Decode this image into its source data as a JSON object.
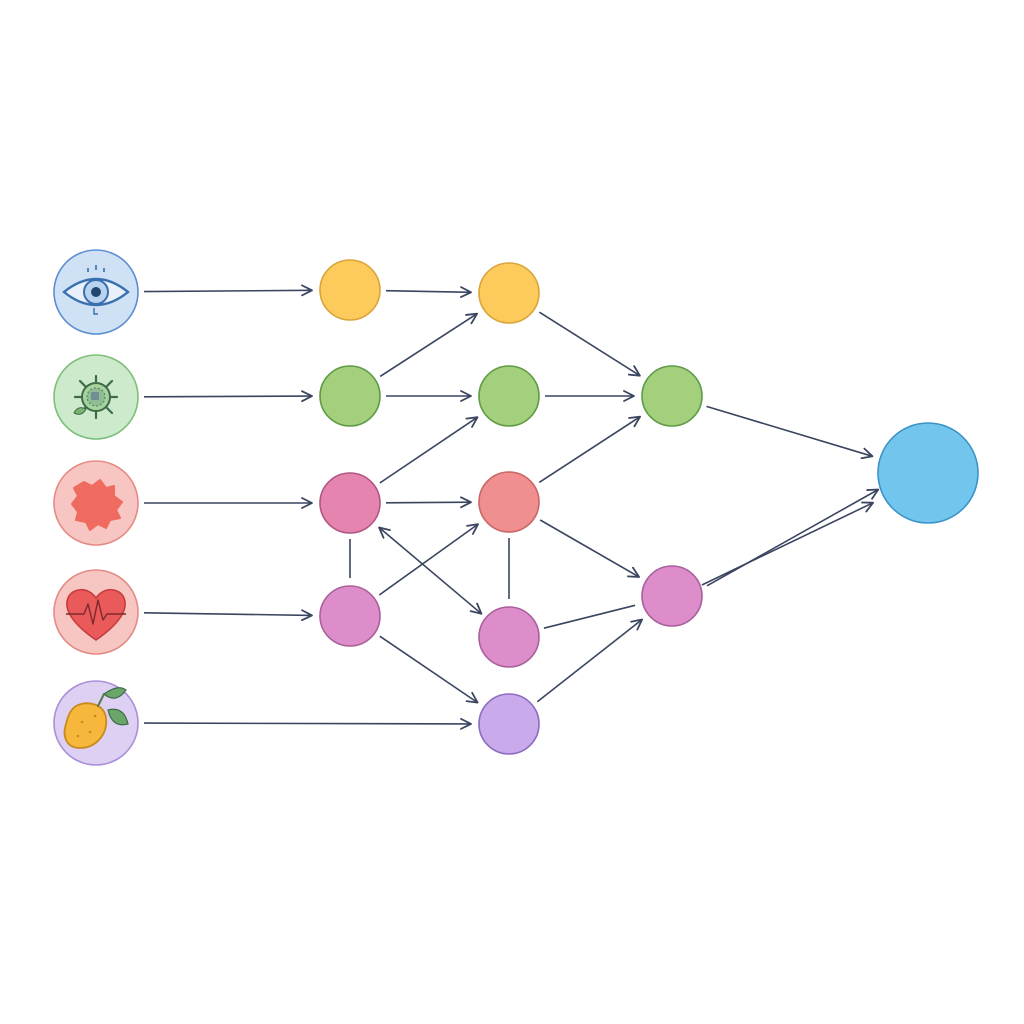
{
  "diagram": {
    "type": "flow-network",
    "input_icons": [
      {
        "id": "in-eye",
        "icon": "eye-icon",
        "fill": "#cfe2f5",
        "stroke": "#5b8fcf"
      },
      {
        "id": "in-virus",
        "icon": "virus-icon",
        "fill": "#cdeacc",
        "stroke": "#7cbf76"
      },
      {
        "id": "in-gear",
        "icon": "gear-icon",
        "fill": "#f7c6c2",
        "stroke": "#e58b84"
      },
      {
        "id": "in-heart",
        "icon": "heart-pulse-icon",
        "fill": "#f7c6c2",
        "stroke": "#e58b84"
      },
      {
        "id": "in-fruit",
        "icon": "fruit-icon",
        "fill": "#ddd0f2",
        "stroke": "#a98ed8"
      }
    ],
    "nodes": [
      {
        "id": "n1",
        "fill": "#fdca5c",
        "stroke": "#d9a43a"
      },
      {
        "id": "n2",
        "fill": "#fdca5c",
        "stroke": "#d9a43a"
      },
      {
        "id": "n3",
        "fill": "#a4d07e",
        "stroke": "#5f9a45"
      },
      {
        "id": "n4",
        "fill": "#a4d07e",
        "stroke": "#5f9a45"
      },
      {
        "id": "n5",
        "fill": "#a4d07e",
        "stroke": "#5f9a45"
      },
      {
        "id": "n6",
        "fill": "#e684b0",
        "stroke": "#b15683"
      },
      {
        "id": "n7",
        "fill": "#ef8f8f",
        "stroke": "#c96565"
      },
      {
        "id": "n8",
        "fill": "#dd8dca",
        "stroke": "#a9609a"
      },
      {
        "id": "n9",
        "fill": "#dd8dca",
        "stroke": "#a9609a"
      },
      {
        "id": "n10",
        "fill": "#dd8dca",
        "stroke": "#a9609a"
      },
      {
        "id": "n11",
        "fill": "#c9aaea",
        "stroke": "#8a6cc0"
      },
      {
        "id": "out",
        "fill": "#72c6ee",
        "stroke": "#3d93c8"
      }
    ],
    "edges": [
      {
        "from": "in-eye",
        "to": "n1",
        "arrow": true
      },
      {
        "from": "in-virus",
        "to": "n3",
        "arrow": true
      },
      {
        "from": "in-gear",
        "to": "n6",
        "arrow": true
      },
      {
        "from": "in-heart",
        "to": "n8",
        "arrow": true
      },
      {
        "from": "in-fruit",
        "to": "n11",
        "arrow": true
      },
      {
        "from": "n1",
        "to": "n2",
        "arrow": true
      },
      {
        "from": "n3",
        "to": "n2",
        "arrow": true
      },
      {
        "from": "n3",
        "to": "n4",
        "arrow": true
      },
      {
        "from": "n6",
        "to": "n4",
        "arrow": true
      },
      {
        "from": "n6",
        "to": "n7",
        "arrow": true
      },
      {
        "from": "n6",
        "to": "n8",
        "arrow": false
      },
      {
        "from": "n8",
        "to": "n7",
        "arrow": true
      },
      {
        "from": "n8",
        "to": "n11",
        "arrow": true
      },
      {
        "from": "n9",
        "to": "n6",
        "arrow": "both"
      },
      {
        "from": "n7",
        "to": "n9",
        "arrow": false
      },
      {
        "from": "n2",
        "to": "n5",
        "arrow": true
      },
      {
        "from": "n4",
        "to": "n5",
        "arrow": true
      },
      {
        "from": "n7",
        "to": "n5",
        "arrow": true
      },
      {
        "from": "n7",
        "to": "n10",
        "arrow": true
      },
      {
        "from": "n9",
        "to": "n10",
        "arrow": false
      },
      {
        "from": "n11",
        "to": "n10",
        "arrow": true
      },
      {
        "from": "n5",
        "to": "out",
        "arrow": true
      },
      {
        "from": "n10",
        "to": "out",
        "arrow": true,
        "double": true
      }
    ]
  }
}
